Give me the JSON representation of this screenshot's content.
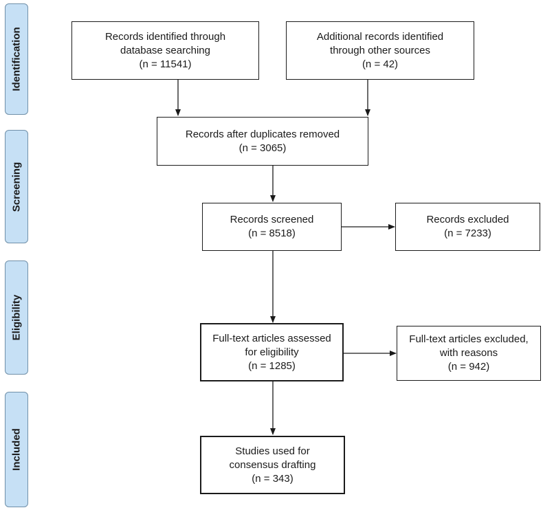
{
  "stages": {
    "identification": "Identification",
    "screening": "Screening",
    "eligibility": "Eligibility",
    "included": "Included"
  },
  "boxes": {
    "database_search": {
      "lines": [
        "Records identified through",
        "database searching",
        "(n = 11541)"
      ]
    },
    "other_sources": {
      "lines": [
        "Additional records identified",
        "through other sources",
        "(n = 42)"
      ]
    },
    "duplicates_removed": {
      "lines": [
        "Records after duplicates removed",
        "(n = 3065)"
      ]
    },
    "screened": {
      "lines": [
        "Records screened",
        "(n = 8518)"
      ]
    },
    "excluded": {
      "lines": [
        "Records excluded",
        "(n = 7233)"
      ]
    },
    "fulltext_assessed": {
      "lines": [
        "Full-text articles assessed",
        "for eligibility",
        "(n = 1285)"
      ]
    },
    "fulltext_excluded": {
      "lines": [
        "Full-text articles excluded,",
        "with reasons",
        "(n = 942)"
      ]
    },
    "included_studies": {
      "lines": [
        "Studies used for",
        "consensus drafting",
        "(n = 343)"
      ]
    }
  }
}
